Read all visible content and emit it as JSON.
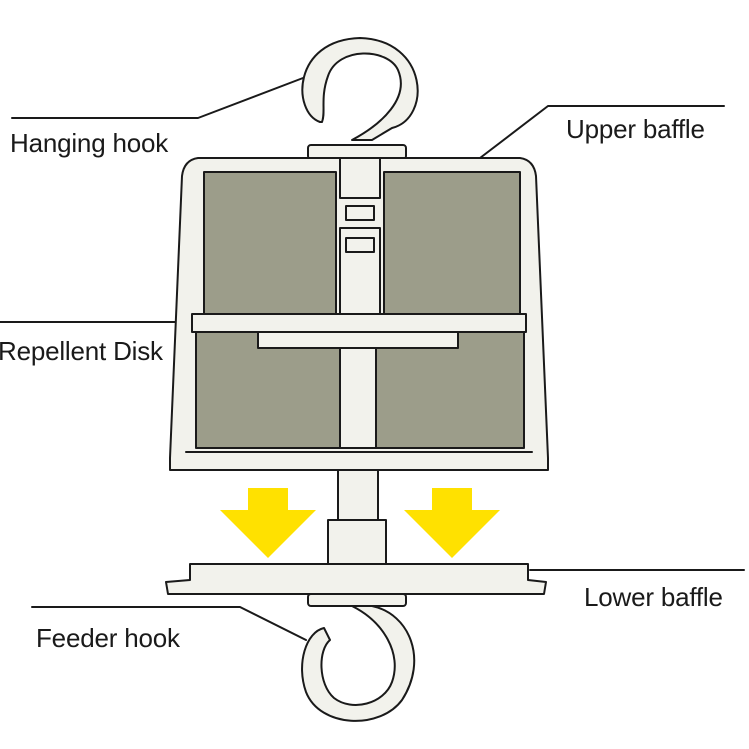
{
  "labels": {
    "hanging_hook": "Hanging hook",
    "upper_baffle": "Upper baffle",
    "repellent_disk": "Repellent Disk",
    "lower_baffle": "Lower baffle",
    "feeder_hook": "Feeder hook"
  },
  "colors": {
    "outline": "#1a1a1a",
    "body": "#f2f2ec",
    "panel": "#9c9d8a",
    "arrow": "#ffe100",
    "background": "#ffffff"
  }
}
